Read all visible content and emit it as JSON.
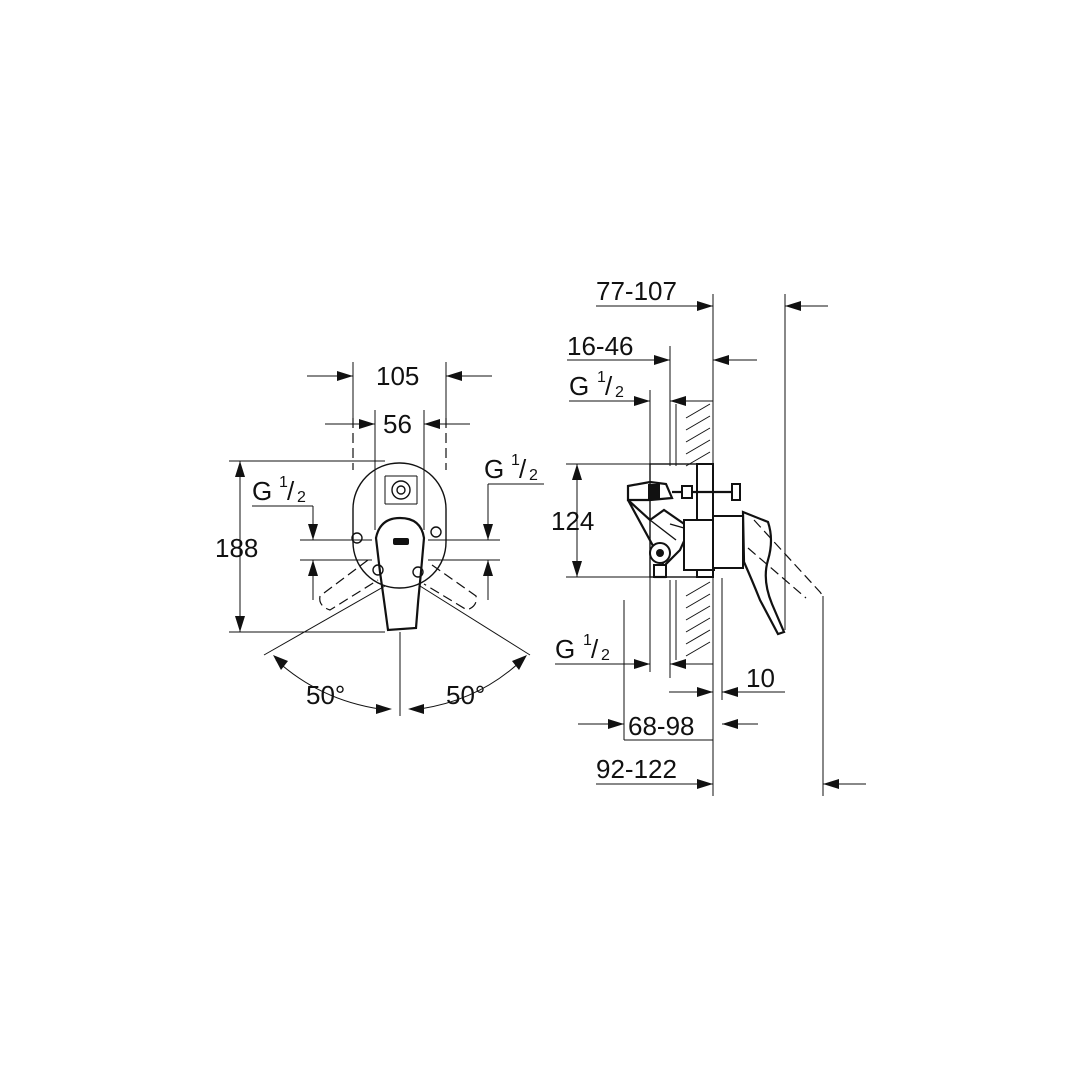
{
  "front_view": {
    "width_outer": "105",
    "width_inner": "56",
    "height_total": "188",
    "thread_left": {
      "prefix": "G ",
      "num": "1",
      "den": "2"
    },
    "thread_right": {
      "prefix": "G ",
      "num": "1",
      "den": "2"
    },
    "angle_left": "50°",
    "angle_right": "50°"
  },
  "side_view": {
    "depth_outer": "77-107",
    "depth_inner": "16-46",
    "thread_top": {
      "prefix": "G ",
      "num": "1",
      "den": "2"
    },
    "thread_bottom": {
      "prefix": "G ",
      "num": "1",
      "den": "2"
    },
    "height_body": "124",
    "plate_offset": "10",
    "depth_min_range": "68-98",
    "depth_max_range": "92-122"
  }
}
